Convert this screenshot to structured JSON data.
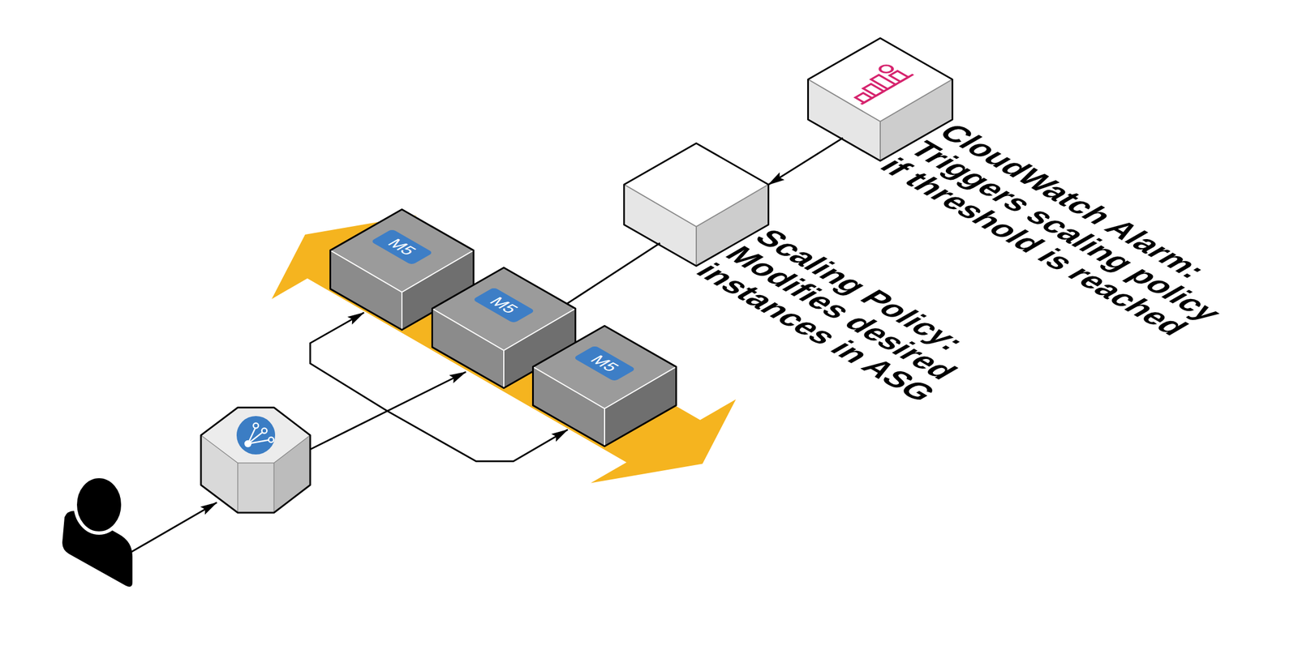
{
  "diagram": {
    "nodes": [
      {
        "text": [
          "CloudWatch Alarm: Triggers scaling policy if threshold is reached"
        ]
      },
      {
        "text": [
          "Scaling Policy: Modifies desired instances in ASG"
        ]
      },
      {
        "text": [
          "M5"
        ]
      },
      {
        "text": [
          "M5"
        ]
      },
      {
        "text": [
          "M5"
        ]
      }
    ],
    "edges": [
      {
        "from": 0,
        "to": 1,
        "arrow": "to"
      },
      {
        "from": 1,
        "to": 3,
        "arrow": "none"
      }
    ]
  }
}
